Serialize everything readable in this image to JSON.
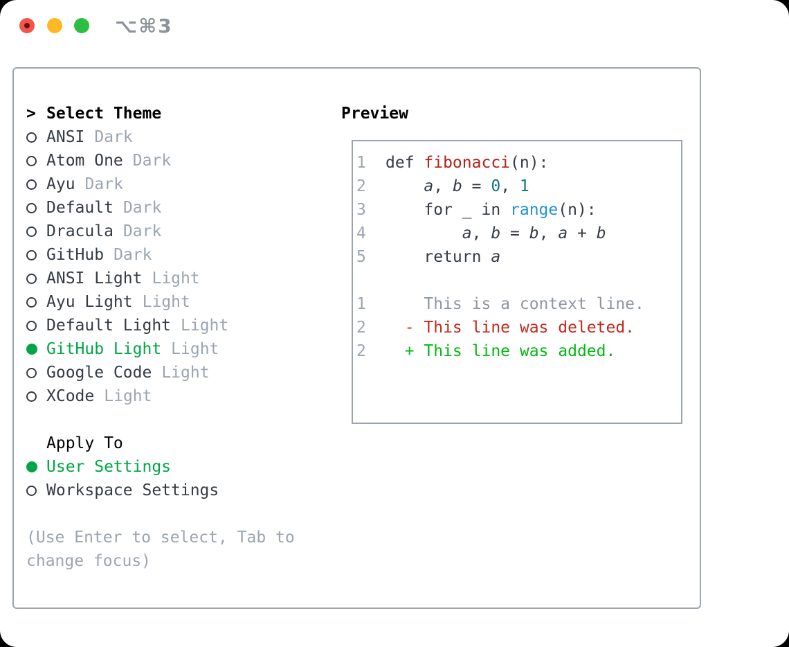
{
  "titlebar": {
    "shortcut": "⌥⌘3",
    "buttons": [
      "close",
      "minimize",
      "zoom"
    ]
  },
  "theme_menu": {
    "marker": ">",
    "title": "Select Theme",
    "items": [
      {
        "name": "ANSI",
        "tag": "Dark",
        "selected": false
      },
      {
        "name": "Atom One",
        "tag": "Dark",
        "selected": false
      },
      {
        "name": "Ayu",
        "tag": "Dark",
        "selected": false
      },
      {
        "name": "Default",
        "tag": "Dark",
        "selected": false
      },
      {
        "name": "Dracula",
        "tag": "Dark",
        "selected": false
      },
      {
        "name": "GitHub",
        "tag": "Dark",
        "selected": false
      },
      {
        "name": "ANSI Light",
        "tag": "Light",
        "selected": false
      },
      {
        "name": "Ayu Light",
        "tag": "Light",
        "selected": false
      },
      {
        "name": "Default Light",
        "tag": "Light",
        "selected": false
      },
      {
        "name": "GitHub Light",
        "tag": "Light",
        "selected": true
      },
      {
        "name": "Google Code",
        "tag": "Light",
        "selected": false
      },
      {
        "name": "XCode",
        "tag": "Light",
        "selected": false
      }
    ]
  },
  "apply_to": {
    "title": "Apply To",
    "options": [
      {
        "name": "User Settings",
        "selected": true
      },
      {
        "name": "Workspace Settings",
        "selected": false
      }
    ]
  },
  "help_lines": [
    "(Use Enter to select, Tab to",
    "change focus)"
  ],
  "preview": {
    "title": "Preview",
    "lines": [
      {
        "num": "1",
        "t": [
          "def ",
          "fibonacci",
          "(n):"
        ]
      },
      {
        "num": "2",
        "t": [
          "    ",
          "a",
          ", ",
          "b",
          " = ",
          "0",
          ", ",
          "1"
        ]
      },
      {
        "num": "3",
        "t": [
          "    for _ in ",
          "range",
          "(n):"
        ]
      },
      {
        "num": "4",
        "t": [
          "        ",
          "a",
          ", ",
          "b",
          " = ",
          "b",
          ", ",
          "a",
          " + ",
          "b"
        ]
      },
      {
        "num": "5",
        "t": [
          "    return ",
          "a"
        ]
      },
      {
        "num": "",
        "t": []
      },
      {
        "num": "1",
        "t": [
          "    This is a context line."
        ]
      },
      {
        "num": "2",
        "t": [
          "  - This line was deleted."
        ]
      },
      {
        "num": "2",
        "t": [
          "  + This line was added."
        ]
      }
    ]
  },
  "colors": {
    "dark": "#343b44",
    "gray": "#9ba5b0",
    "ctx_gray": "#8d96a0",
    "border": "#9aa3ae",
    "ui_green": "#00a645",
    "add_green": "#00b910",
    "del_red": "#c3291b",
    "func_red": "#b12217",
    "kw_blue": "#2191d6",
    "num_teal": "#0e7580",
    "titlebar_gray": "#8d939b",
    "tl_red": "#f4544d",
    "tl_red_dot": "#69120d",
    "tl_yellow": "#fdb924",
    "tl_green": "#2dbe41"
  }
}
